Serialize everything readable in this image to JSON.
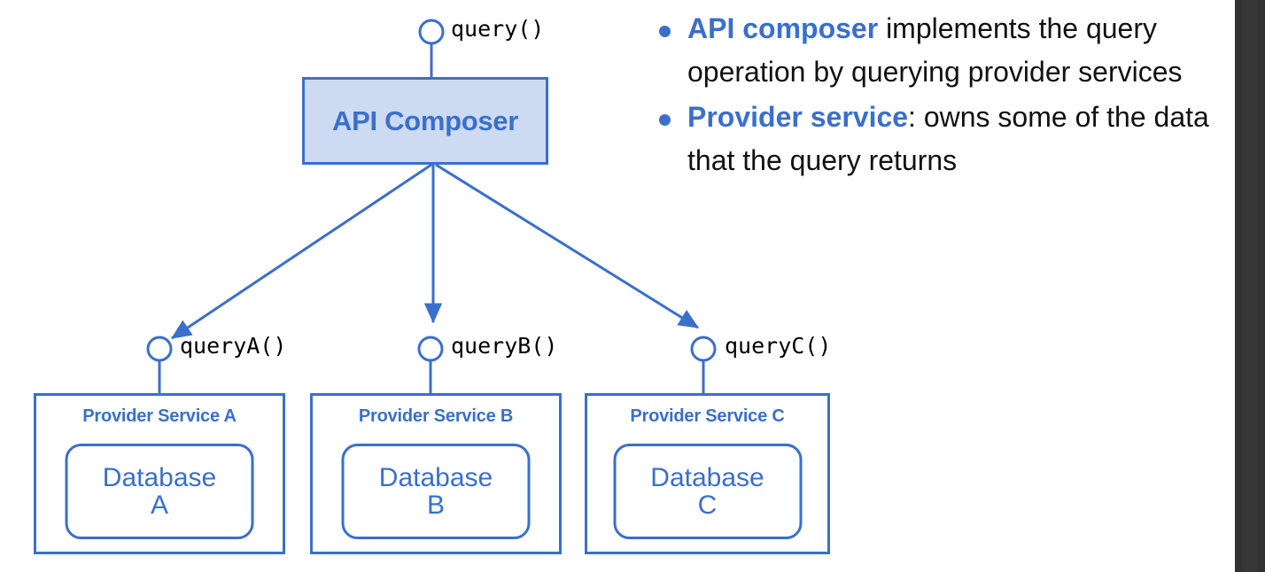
{
  "colors": {
    "accent_blue": "#3a6fcc",
    "box_fill": "#ccdaf2",
    "text_black": "#111111",
    "right_band": "#323232"
  },
  "diagram": {
    "composer": {
      "label": "API Composer",
      "interface_label": "query()"
    },
    "providers": [
      {
        "title": "Provider Service A",
        "database": "Database\nA",
        "database_line1": "Database",
        "database_line2": "A",
        "interface_label": "queryA()"
      },
      {
        "title": "Provider Service B",
        "database": "Database\nB",
        "database_line1": "Database",
        "database_line2": "B",
        "interface_label": "queryB()"
      },
      {
        "title": "Provider Service C",
        "database": "Database\nC",
        "database_line1": "Database",
        "database_line2": "C",
        "interface_label": "queryC()"
      }
    ]
  },
  "bullets": [
    {
      "strong": "API composer",
      "rest": " implements the query operation by querying provider services"
    },
    {
      "strong": "Provider service",
      "rest": ": owns some of the data that the query returns"
    }
  ]
}
